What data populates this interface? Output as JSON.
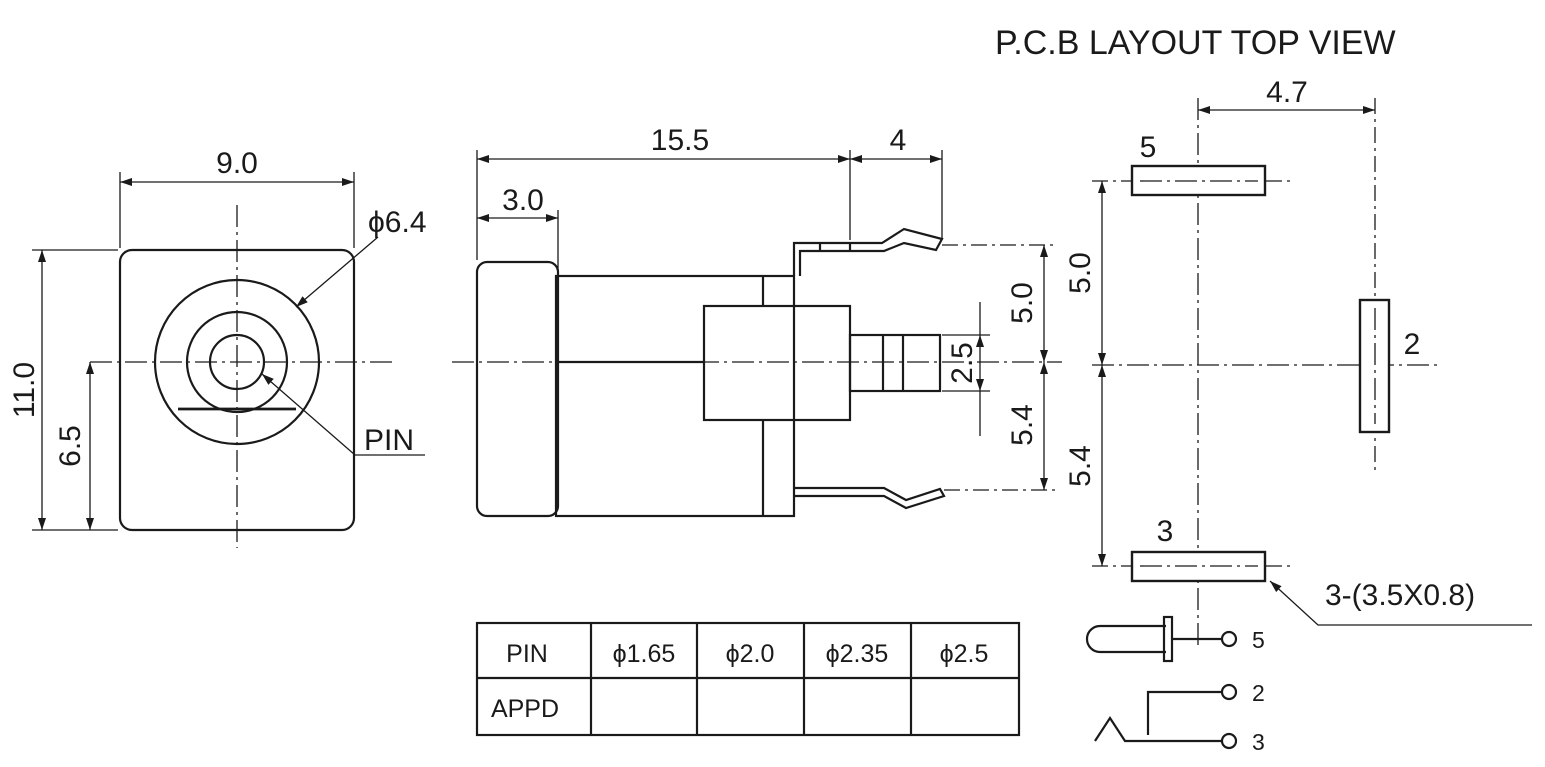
{
  "title": "P.C.B LAYOUT  TOP VIEW",
  "front_view": {
    "width_dim": "9.0",
    "height_dim": "11.0",
    "center_height_dim": "6.5",
    "diameter_dim": "ϕ6.4",
    "pin_label": "PIN"
  },
  "side_view": {
    "length_dim": "15.5",
    "tail_dim": "4",
    "front_dim": "3.0",
    "upper_pin_dim": "5.0",
    "pin_dia_dim": "2.5",
    "lower_pin_dim": "5.4"
  },
  "pcb_layout": {
    "x_dim": "4.7",
    "upper_dim": "5.0",
    "lower_dim": "5.4",
    "pad_5": "5",
    "pad_2": "2",
    "pad_3": "3",
    "pad_note": "3-(3.5X0.8)"
  },
  "pin_table": {
    "row1_header": "PIN",
    "row2_header": "APPD",
    "sizes": [
      "ϕ1.65",
      "ϕ2.0",
      "ϕ2.35",
      "ϕ2.5"
    ],
    "appd": [
      "",
      "",
      "",
      ""
    ]
  },
  "schematic": {
    "terminal_5": "5",
    "terminal_2": "2",
    "terminal_3": "3"
  }
}
